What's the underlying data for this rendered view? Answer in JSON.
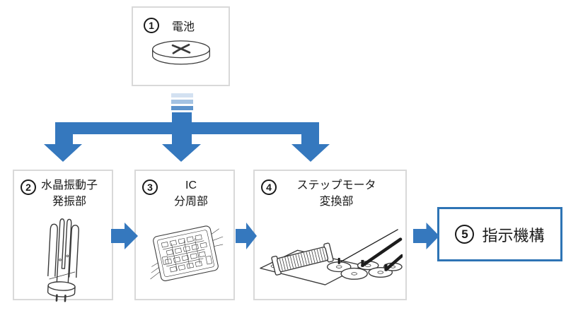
{
  "colors": {
    "arrow": "#3578BE",
    "border": "#D9D9D9",
    "highlight": "#2E74B5",
    "ink": "#3a3a3a",
    "text": "#1a1a1a"
  },
  "steps": [
    {
      "number": "1",
      "title": "電池"
    },
    {
      "number": "2",
      "title": "水晶振動子\n発振部"
    },
    {
      "number": "3",
      "title": "IC\n分周部"
    },
    {
      "number": "4",
      "title": "ステップモータ\n変換部"
    },
    {
      "number": "5",
      "title": "指示機構"
    }
  ]
}
